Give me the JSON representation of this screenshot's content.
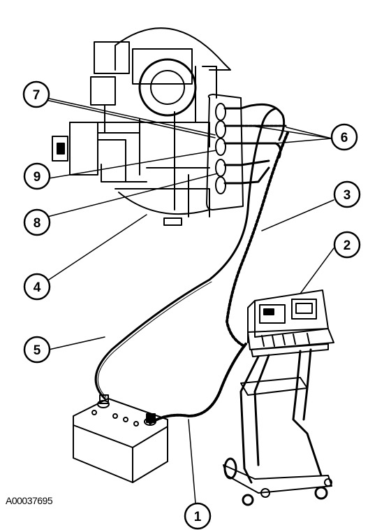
{
  "figure": {
    "id_label": "A00037695",
    "callouts": [
      "1",
      "2",
      "3",
      "4",
      "5",
      "6",
      "7",
      "8",
      "9"
    ]
  },
  "colors": {
    "ink": "#000000",
    "paper": "#ffffff"
  }
}
